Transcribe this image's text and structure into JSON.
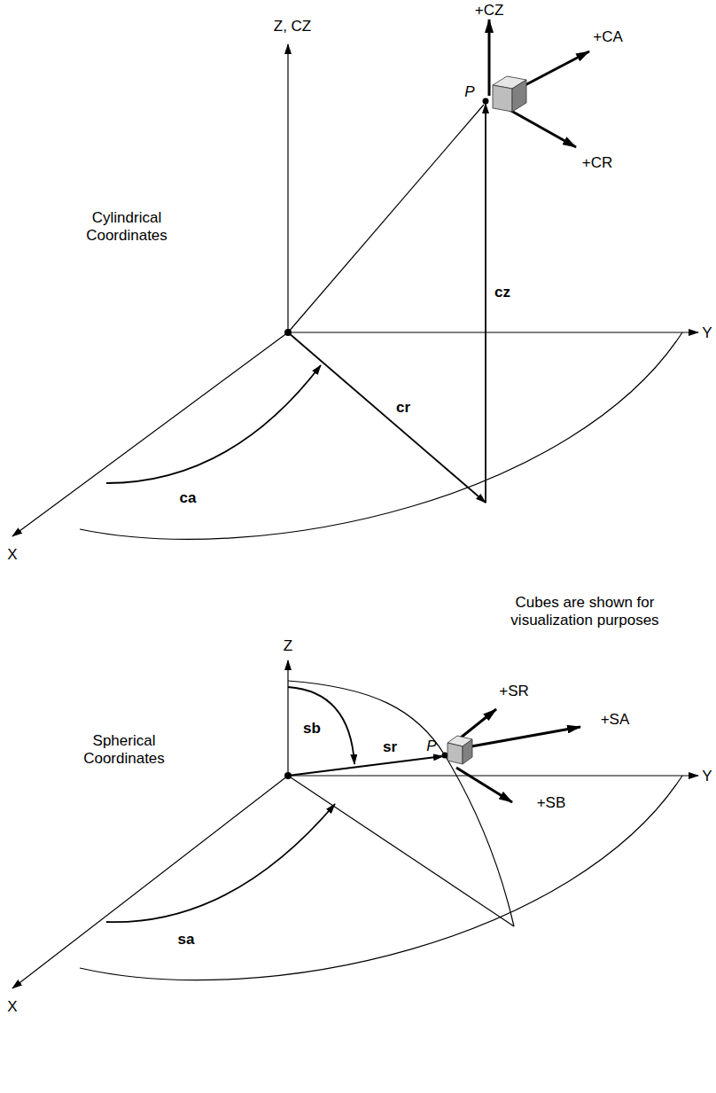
{
  "diagram": {
    "labels": [
      "Z, CZ",
      "+CZ",
      "+CA",
      "P",
      "+CR",
      "Cylindrical Coordinates",
      "cz",
      "Y",
      "cr",
      "ca",
      "X",
      "Cubes are shown for visualization purposes",
      "Z",
      "+SR",
      "+SA",
      "P",
      "sb",
      "sr",
      "+SB",
      "Spherical Coordinates",
      "Y",
      "sa",
      "X"
    ]
  }
}
